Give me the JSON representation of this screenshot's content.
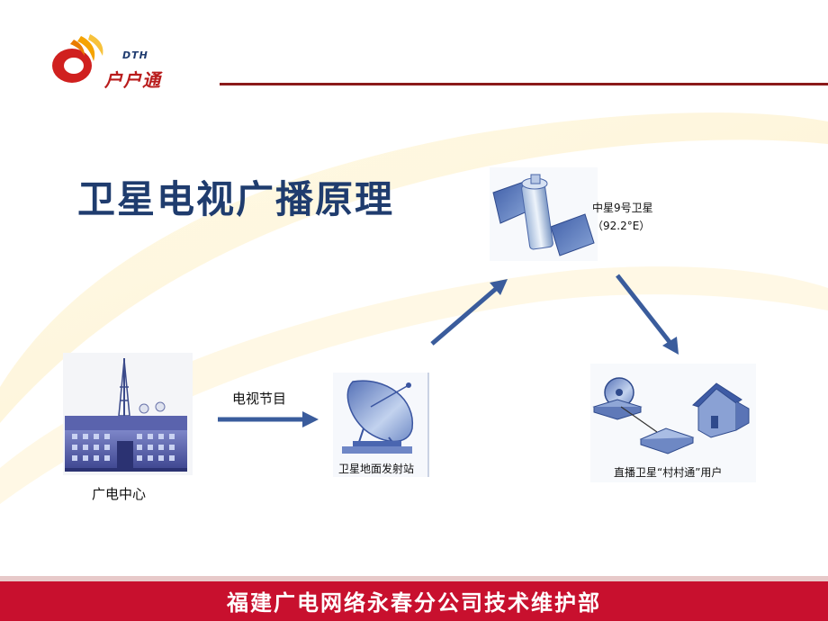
{
  "logo": {
    "brand_text": "户户通",
    "brand_sub": "DTH"
  },
  "title": "卫星电视广播原理",
  "nodes": {
    "broadcast_center": "广电中心",
    "uplink_station": "卫星地面发射站",
    "satellite_name": "中星9号卫星",
    "satellite_position": "（92.2°E）",
    "users": "直播卫星“村村通”用户"
  },
  "arrows": {
    "program_label": "电视节目"
  },
  "footer": {
    "text": "福建广电网络永春分公司技术维护部"
  },
  "colors": {
    "title": "#1f3c6e",
    "footer_bg": "#c8102e",
    "arrow": "#3a5c9c",
    "header_rule": "#8b1a1a"
  }
}
